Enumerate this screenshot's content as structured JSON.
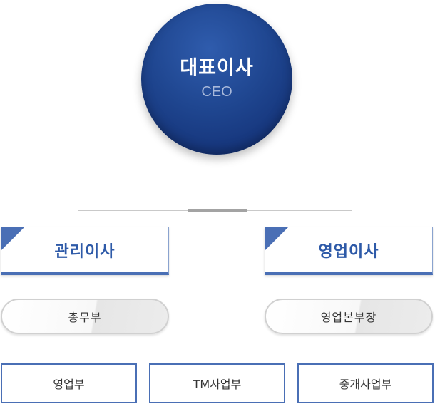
{
  "ceo": {
    "title": "대표이사",
    "subtitle": "CEO"
  },
  "directors": [
    {
      "label": "관리이사"
    },
    {
      "label": "영업이사"
    }
  ],
  "sub_units": [
    {
      "label": "총무부"
    },
    {
      "label": "영업본부장"
    }
  ],
  "departments": [
    {
      "label": "영업부"
    },
    {
      "label": "TM사업부"
    },
    {
      "label": "중개사업부"
    }
  ],
  "colors": {
    "ceo_circle": "#1f4690",
    "accent_blue": "#4a6fb5",
    "director_text": "#2e5aa8",
    "connector_gray": "#c9c9c9",
    "hub_bar": "#a3a3a3"
  }
}
